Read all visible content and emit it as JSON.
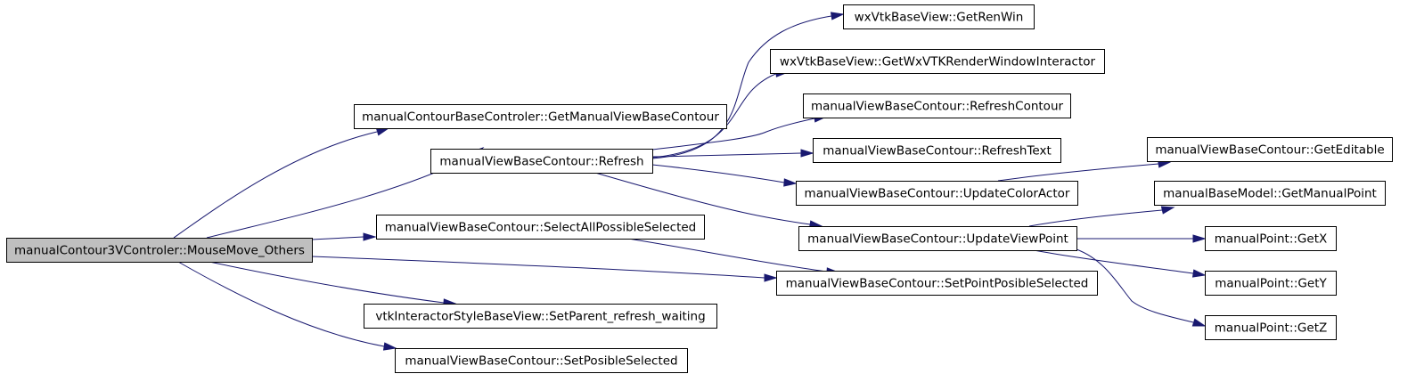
{
  "diagram": {
    "type": "call-graph",
    "edge_color": "#191970",
    "root_fill": "#bfbfbf",
    "nodes": [
      {
        "id": "n0",
        "label": "manualContour3VControler::MouseMove_Others",
        "root": true
      },
      {
        "id": "n1",
        "label": "manualContourBaseControler::GetManualViewBaseContour"
      },
      {
        "id": "n2",
        "label": "manualViewBaseContour::Refresh"
      },
      {
        "id": "n3",
        "label": "manualViewBaseContour::SelectAllPossibleSelected"
      },
      {
        "id": "n4",
        "label": "manualViewBaseContour::SetPointPosibleSelected"
      },
      {
        "id": "n5",
        "label": "vtkInteractorStyleBaseView::SetParent_refresh_waiting"
      },
      {
        "id": "n6",
        "label": "manualViewBaseContour::SetPosibleSelected"
      },
      {
        "id": "n7",
        "label": "wxVtkBaseView::GetRenWin"
      },
      {
        "id": "n8",
        "label": "wxVtkBaseView::GetWxVTKRenderWindowInteractor"
      },
      {
        "id": "n9",
        "label": "manualViewBaseContour::RefreshContour"
      },
      {
        "id": "n10",
        "label": "manualViewBaseContour::RefreshText"
      },
      {
        "id": "n11",
        "label": "manualViewBaseContour::UpdateColorActor"
      },
      {
        "id": "n12",
        "label": "manualViewBaseContour::UpdateViewPoint"
      },
      {
        "id": "n13",
        "label": "manualViewBaseContour::GetEditable"
      },
      {
        "id": "n14",
        "label": "manualBaseModel::GetManualPoint"
      },
      {
        "id": "n15",
        "label": "manualPoint::GetX"
      },
      {
        "id": "n16",
        "label": "manualPoint::GetY"
      },
      {
        "id": "n17",
        "label": "manualPoint::GetZ"
      }
    ],
    "edges": [
      {
        "from": "n0",
        "to": "n1"
      },
      {
        "from": "n0",
        "to": "n2"
      },
      {
        "from": "n0",
        "to": "n3"
      },
      {
        "from": "n0",
        "to": "n4"
      },
      {
        "from": "n0",
        "to": "n5"
      },
      {
        "from": "n0",
        "to": "n6"
      },
      {
        "from": "n2",
        "to": "n7"
      },
      {
        "from": "n2",
        "to": "n8"
      },
      {
        "from": "n2",
        "to": "n9"
      },
      {
        "from": "n2",
        "to": "n10"
      },
      {
        "from": "n2",
        "to": "n11"
      },
      {
        "from": "n2",
        "to": "n12"
      },
      {
        "from": "n3",
        "to": "n4"
      },
      {
        "from": "n11",
        "to": "n13"
      },
      {
        "from": "n12",
        "to": "n14"
      },
      {
        "from": "n12",
        "to": "n15"
      },
      {
        "from": "n12",
        "to": "n16"
      },
      {
        "from": "n12",
        "to": "n17"
      }
    ]
  }
}
